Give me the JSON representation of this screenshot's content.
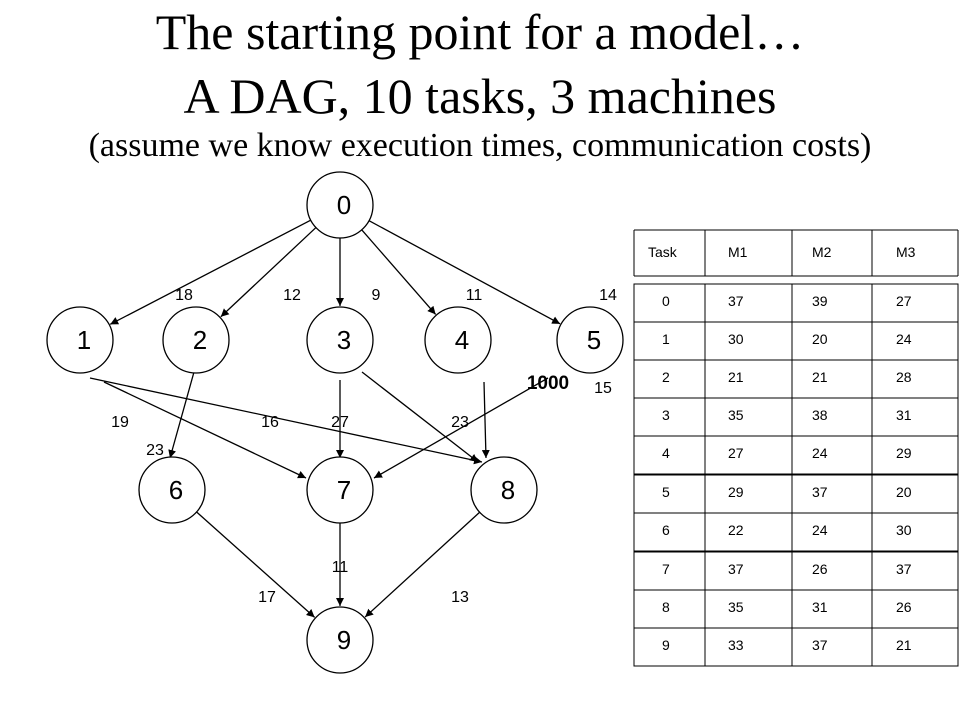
{
  "title": {
    "line1": "The starting point for a model…",
    "line2": "A DAG, 10 tasks, 3 machines",
    "line3": "(assume we know execution times, communication costs)"
  },
  "dag": {
    "nodes": [
      {
        "id": "0",
        "label": "0"
      },
      {
        "id": "1",
        "label": "1"
      },
      {
        "id": "2",
        "label": "2"
      },
      {
        "id": "3",
        "label": "3"
      },
      {
        "id": "4",
        "label": "4"
      },
      {
        "id": "5",
        "label": "5"
      },
      {
        "id": "6",
        "label": "6"
      },
      {
        "id": "7",
        "label": "7"
      },
      {
        "id": "8",
        "label": "8"
      },
      {
        "id": "9",
        "label": "9"
      }
    ],
    "edges": [
      {
        "from": "0",
        "to": "1",
        "cost": "18"
      },
      {
        "from": "0",
        "to": "2",
        "cost": "12"
      },
      {
        "from": "0",
        "to": "3",
        "cost": "9"
      },
      {
        "from": "0",
        "to": "4",
        "cost": "11"
      },
      {
        "from": "0",
        "to": "5",
        "cost": "14"
      },
      {
        "from": "1",
        "to": "7",
        "cost": "19"
      },
      {
        "from": "1",
        "to": "8",
        "cost": "16"
      },
      {
        "from": "2",
        "to": "6",
        "cost": "23"
      },
      {
        "from": "3",
        "to": "7",
        "cost": "27"
      },
      {
        "from": "3",
        "to": "8",
        "cost": "23"
      },
      {
        "from": "4",
        "to": "8",
        "cost": "15"
      },
      {
        "from": "5",
        "to": "7",
        "cost": "1000"
      },
      {
        "from": "6",
        "to": "9",
        "cost": "17"
      },
      {
        "from": "7",
        "to": "9",
        "cost": "11"
      },
      {
        "from": "8",
        "to": "9",
        "cost": "13"
      }
    ]
  },
  "table": {
    "headers": [
      "Task",
      "M1",
      "M2",
      "M3"
    ],
    "rows": [
      [
        "0",
        "37",
        "39",
        "27"
      ],
      [
        "1",
        "30",
        "20",
        "24"
      ],
      [
        "2",
        "21",
        "21",
        "28"
      ],
      [
        "3",
        "35",
        "38",
        "31"
      ],
      [
        "4",
        "27",
        "24",
        "29"
      ],
      [
        "5",
        "29",
        "37",
        "20"
      ],
      [
        "6",
        "22",
        "24",
        "30"
      ],
      [
        "7",
        "37",
        "26",
        "37"
      ],
      [
        "8",
        "35",
        "31",
        "26"
      ],
      [
        "9",
        "33",
        "37",
        "21"
      ]
    ]
  }
}
